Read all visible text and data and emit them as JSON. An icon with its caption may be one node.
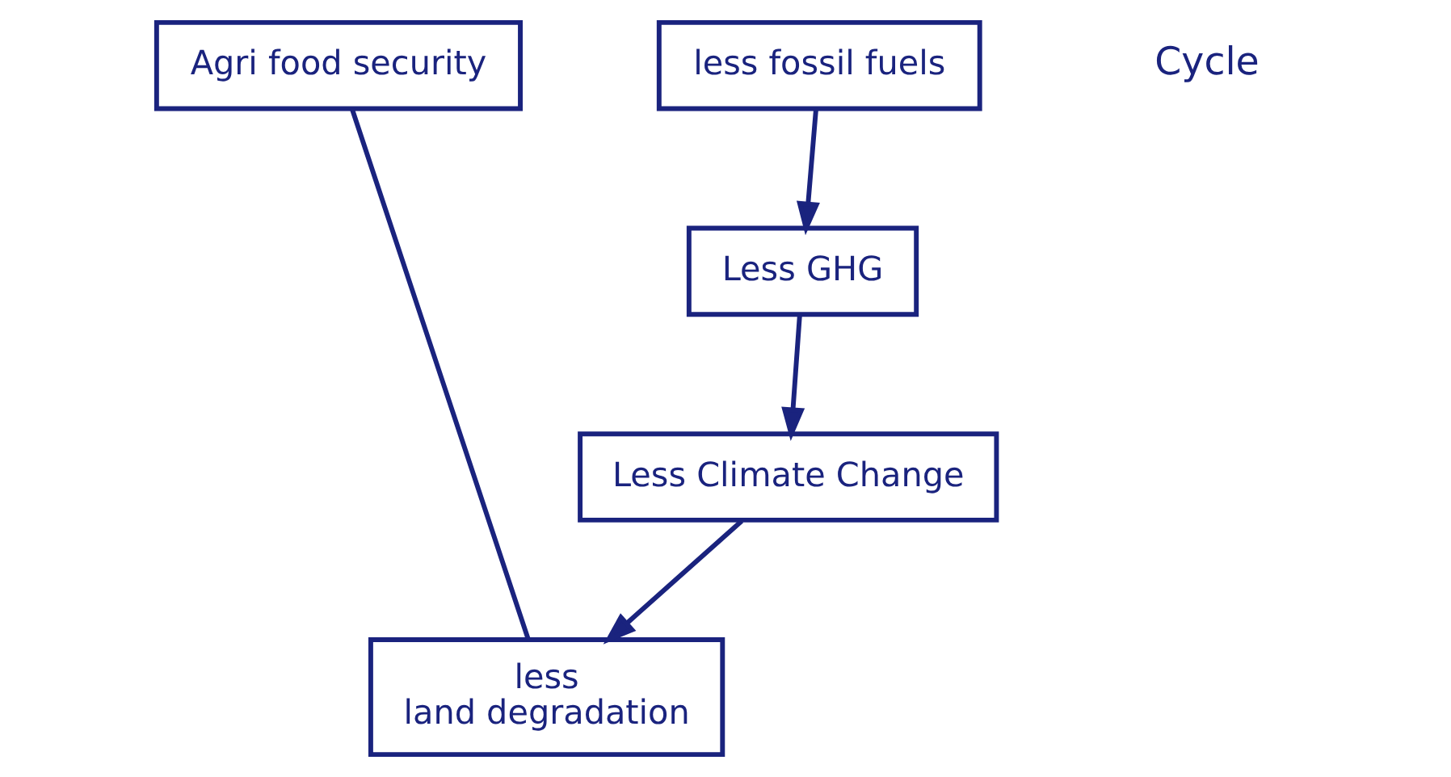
{
  "diagram": {
    "nodes": [
      {
        "text": [
          "Agri food security"
        ]
      },
      {
        "text": [
          "less fossil fuels"
        ]
      },
      {
        "text": [
          "Less GHG"
        ]
      },
      {
        "text": [
          "Less Climate Change"
        ]
      },
      {
        "text": [
          "less",
          "land degradation"
        ]
      }
    ],
    "edges": [
      {
        "from": 1,
        "to": 2,
        "arrow": "to"
      },
      {
        "from": 2,
        "to": 3,
        "arrow": "to"
      },
      {
        "from": 3,
        "to": 4,
        "arrow": "to"
      },
      {
        "from": 4,
        "to": 0,
        "arrow": "none"
      }
    ],
    "labels": [
      "Cycle"
    ]
  }
}
